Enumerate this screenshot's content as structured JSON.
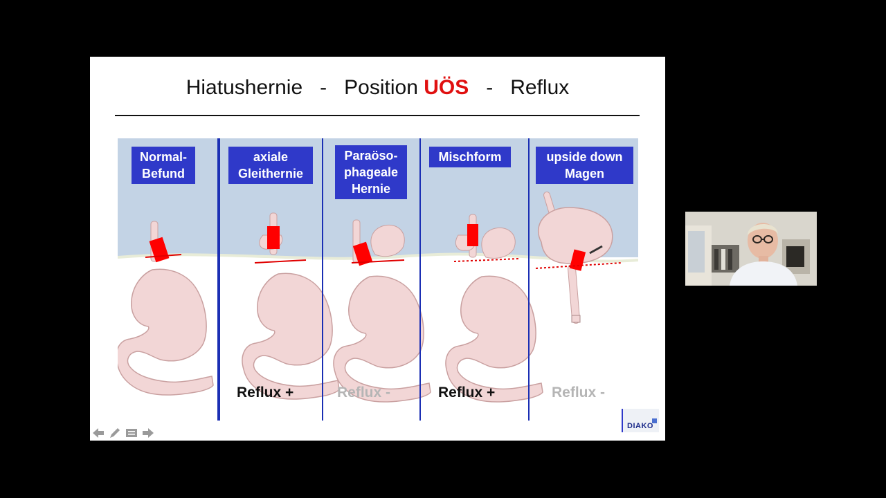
{
  "slide": {
    "title": {
      "part1": "Hiatushernie   -   Position ",
      "accent": "UÖS",
      "part2": "   -   Reflux"
    },
    "panels": [
      {
        "label": "Normal-\nBefund",
        "reflux": ""
      },
      {
        "label": "axiale\nGleithernie",
        "reflux": "Reflux +"
      },
      {
        "label": "Paraöso-\nphageale\nHernie",
        "reflux": "Reflux -"
      },
      {
        "label": "Mischform",
        "reflux": "Reflux +"
      },
      {
        "label": "upside down\nMagen",
        "reflux": "Reflux -"
      }
    ],
    "logo": "DIAKO"
  },
  "colors": {
    "title_accent": "#e01010",
    "label_bg": "#2f39c9",
    "divider": "#1b2fb4",
    "reflux_positive": "#111111",
    "reflux_negative": "#b5b5b5",
    "sky": "#c3d3e5",
    "stomach": "#f2d6d6",
    "sphincter": "#ff0000"
  },
  "navigation": {
    "icons": [
      "arrow-left-icon",
      "pen-icon",
      "menu-icon",
      "arrow-right-icon"
    ]
  },
  "webcam": {
    "icon": "presenter-video"
  }
}
